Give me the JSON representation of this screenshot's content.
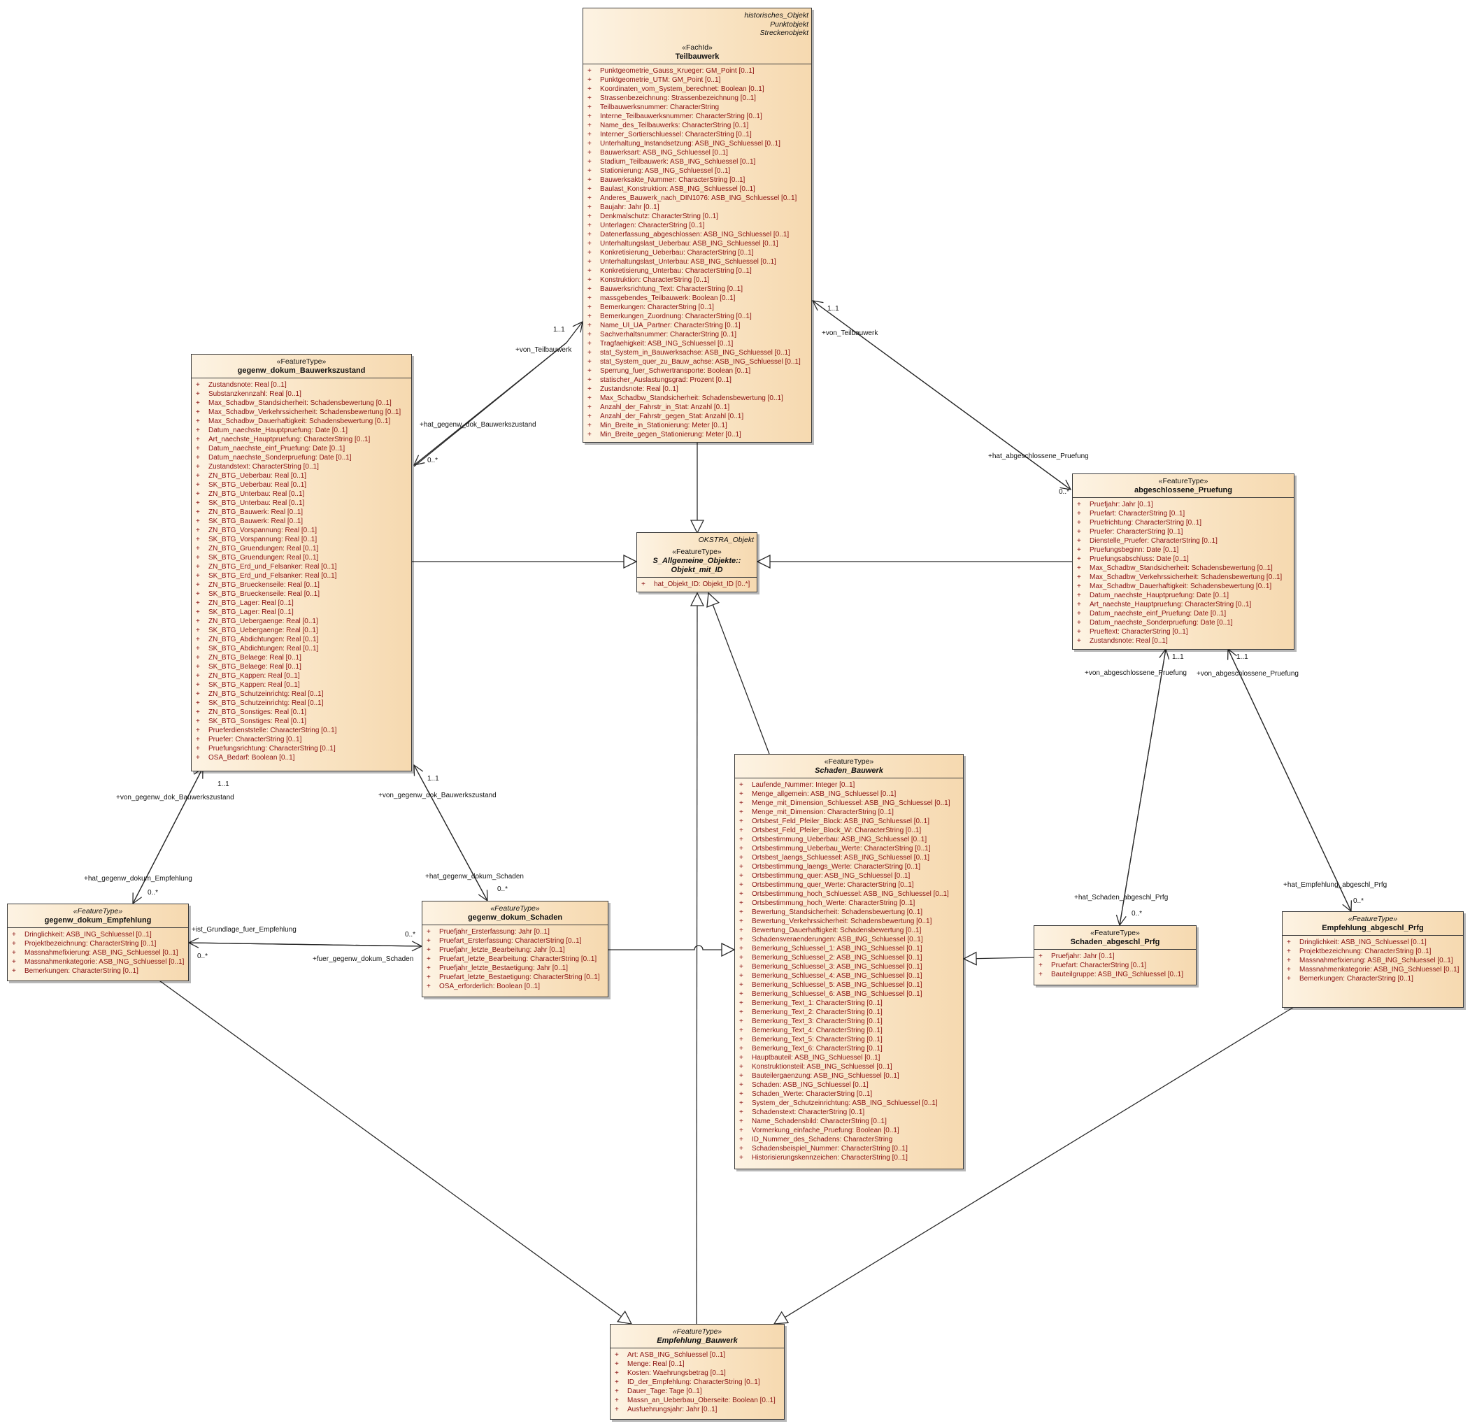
{
  "classes": [
    {
      "id": "teilbauwerk",
      "extra": [
        "historisches_Objekt",
        "Punktobjekt",
        "Streckenobjekt"
      ],
      "stereotype": "«FachId»",
      "name": "Teilbauwerk",
      "italic": false,
      "attributes": [
        "Punktgeometrie_Gauss_Krueger: GM_Point [0..1]",
        "Punktgeometrie_UTM: GM_Point [0..1]",
        "Koordinaten_vom_System_berechnet: Boolean [0..1]",
        "Strassenbezeichnung: Strassenbezeichnung [0..1]",
        "Teilbauwerksnummer: CharacterString",
        "Interne_Teilbauwerksnummer: CharacterString [0..1]",
        "Name_des_Teilbauwerks: CharacterString [0..1]",
        "Interner_Sortierschluessel: CharacterString [0..1]",
        "Unterhaltung_Instandsetzung: ASB_ING_Schluessel [0..1]",
        "Bauwerksart: ASB_ING_Schluessel [0..1]",
        "Stadium_Teilbauwerk: ASB_ING_Schluessel [0..1]",
        "Stationierung: ASB_ING_Schluessel [0..1]",
        "Bauwerksakte_Nummer: CharacterString [0..1]",
        "Baulast_Konstruktion: ASB_ING_Schluessel [0..1]",
        "Anderes_Bauwerk_nach_DIN1076: ASB_ING_Schluessel [0..1]",
        "Baujahr: Jahr [0..1]",
        "Denkmalschutz: CharacterString [0..1]",
        "Unterlagen: CharacterString [0..1]",
        "Datenerfassung_abgeschlossen: ASB_ING_Schluessel [0..1]",
        "Unterhaltungslast_Ueberbau: ASB_ING_Schluessel [0..1]",
        "Konkretisierung_Ueberbau: CharacterString [0..1]",
        "Unterhaltungslast_Unterbau: ASB_ING_Schluessel [0..1]",
        "Konkretisierung_Unterbau: CharacterString [0..1]",
        "Konstruktion: CharacterString [0..1]",
        "Bauwerksrichtung_Text: CharacterString [0..1]",
        "massgebendes_Teilbauwerk: Boolean [0..1]",
        "Bemerkungen: CharacterString [0..1]",
        "Bemerkungen_Zuordnung: CharacterString [0..1]",
        "Name_UI_UA_Partner: CharacterString [0..1]",
        "Sachverhaltsnummer: CharacterString [0..1]",
        "Tragfaehigkeit: ASB_ING_Schluessel [0..1]",
        "stat_System_in_Bauwerksachse: ASB_ING_Schluessel [0..1]",
        "stat_System_quer_zu_Bauw_achse: ASB_ING_Schluessel [0..1]",
        "Sperrung_fuer_Schwertransporte: Boolean [0..1]",
        "statischer_Auslastungsgrad: Prozent [0..1]",
        "Zustandsnote: Real [0..1]",
        "Max_Schadbw_Standsicherheit: Schadensbewertung [0..1]",
        "Anzahl_der_Fahrstr_in_Stat: Anzahl [0..1]",
        "Anzahl_der_Fahrstr_gegen_Stat: Anzahl [0..1]",
        "Min_Breite_in_Stationierung: Meter [0..1]",
        "Min_Breite_gegen_Stationierung: Meter [0..1]"
      ]
    },
    {
      "id": "bauwerkszustand",
      "extra": [],
      "stereotype": "«FeatureType»",
      "name": "gegenw_dokum_Bauwerkszustand",
      "italic": false,
      "attributes": [
        "Zustandsnote: Real [0..1]",
        "Substanzkennzahl: Real [0..1]",
        "Max_Schadbw_Standsicherheit: Schadensbewertung [0..1]",
        "Max_Schadbw_Verkehrssicherheit: Schadensbewertung [0..1]",
        "Max_Schadbw_Dauerhaftigkeit: Schadensbewertung [0..1]",
        "Datum_naechste_Hauptpruefung: Date [0..1]",
        "Art_naechste_Hauptpruefung: CharacterString [0..1]",
        "Datum_naechste_einf_Pruefung: Date [0..1]",
        "Datum_naechste_Sonderpruefung: Date [0..1]",
        "Zustandstext: CharacterString [0..1]",
        "ZN_BTG_Ueberbau: Real [0..1]",
        "SK_BTG_Ueberbau: Real [0..1]",
        "ZN_BTG_Unterbau: Real [0..1]",
        "SK_BTG_Unterbau: Real [0..1]",
        "ZN_BTG_Bauwerk: Real [0..1]",
        "SK_BTG_Bauwerk: Real [0..1]",
        "ZN_BTG_Vorspannung: Real [0..1]",
        "SK_BTG_Vorspannung: Real [0..1]",
        "ZN_BTG_Gruendungen: Real [0..1]",
        "SK_BTG_Gruendungen: Real [0..1]",
        "ZN_BTG_Erd_und_Felsanker: Real [0..1]",
        "SK_BTG_Erd_und_Felsanker: Real [0..1]",
        "ZN_BTG_Brueckenseile: Real [0..1]",
        "SK_BTG_Brueckenseile: Real [0..1]",
        "ZN_BTG_Lager: Real [0..1]",
        "SK_BTG_Lager: Real [0..1]",
        "ZN_BTG_Uebergaenge: Real [0..1]",
        "SK_BTG_Uebergaenge: Real [0..1]",
        "ZN_BTG_Abdichtungen: Real [0..1]",
        "SK_BTG_Abdichtungen: Real [0..1]",
        "ZN_BTG_Belaege: Real [0..1]",
        "SK_BTG_Belaege: Real [0..1]",
        "ZN_BTG_Kappen: Real [0..1]",
        "SK_BTG_Kappen: Real [0..1]",
        "ZN_BTG_Schutzeinrichtg: Real [0..1]",
        "SK_BTG_Schutzeinrichtg: Real [0..1]",
        "ZN_BTG_Sonstiges: Real [0..1]",
        "SK_BTG_Sonstiges: Real [0..1]",
        "Prueferdienststelle: CharacterString [0..1]",
        "Pruefer: CharacterString [0..1]",
        "Pruefungsrichtung: CharacterString [0..1]",
        "OSA_Bedarf: Boolean [0..1]"
      ]
    },
    {
      "id": "objekt_mit_id",
      "extra": [
        "OKSTRA_Objekt"
      ],
      "stereotype": "«FeatureType»",
      "name": "S_Allgemeine_Objekte::\nObjekt_mit_ID",
      "italic": true,
      "attributes": [
        "hat_Objekt_ID: Objekt_ID [0..*]"
      ]
    },
    {
      "id": "abgeschlossene_pruefung",
      "extra": [],
      "stereotype": "«FeatureType»",
      "name": "abgeschlossene_Pruefung",
      "italic": false,
      "attributes": [
        "Pruefjahr: Jahr [0..1]",
        "Pruefart: CharacterString [0..1]",
        "Pruefrichtung: CharacterString [0..1]",
        "Pruefer: CharacterString [0..1]",
        "Dienstelle_Pruefer: CharacterString [0..1]",
        "Pruefungsbeginn: Date [0..1]",
        "Pruefungsabschluss: Date [0..1]",
        "Max_Schadbw_Standsicherheit: Schadensbewertung [0..1]",
        "Max_Schadbw_Verkehrssicherheit: Schadensbewertung [0..1]",
        "Max_Schadbw_Dauerhaftigkeit: Schadensbewertung [0..1]",
        "Datum_naechste_Hauptpruefung: Date [0..1]",
        "Art_naechste_Hauptpruefung: CharacterString [0..1]",
        "Datum_naechste_einf_Pruefung: Date [0..1]",
        "Datum_naechste_Sonderpruefung: Date [0..1]",
        "Prueftext: CharacterString [0..1]",
        "Zustandsnote: Real [0..1]"
      ]
    },
    {
      "id": "schaden_bauwerk",
      "extra": [],
      "stereotype": "«FeatureType»",
      "name": "Schaden_Bauwerk",
      "italic": true,
      "attributes": [
        "Laufende_Nummer: Integer [0..1]",
        "Menge_allgemein: ASB_ING_Schluessel [0..1]",
        "Menge_mit_Dimension_Schluessel: ASB_ING_Schluessel [0..1]",
        "Menge_mit_Dimension: CharacterString [0..1]",
        "Ortsbest_Feld_Pfeiler_Block: ASB_ING_Schluessel [0..1]",
        "Ortsbest_Feld_Pfeiler_Block_W: CharacterString [0..1]",
        "Ortsbestimmung_Ueberbau: ASB_ING_Schluessel [0..1]",
        "Ortsbestimmung_Ueberbau_Werte: CharacterString [0..1]",
        "Ortsbest_laengs_Schluessel: ASB_ING_Schluessel [0..1]",
        "Ortsbestimmung_laengs_Werte: CharacterString [0..1]",
        "Ortsbestimmung_quer: ASB_ING_Schluessel [0..1]",
        "Ortsbestimmung_quer_Werte: CharacterString [0..1]",
        "Ortsbestimmung_hoch_Schluessel: ASB_ING_Schluessel [0..1]",
        "Ortsbestimmung_hoch_Werte: CharacterString [0..1]",
        "Bewertung_Standsicherheit: Schadensbewertung [0..1]",
        "Bewertung_Verkehrssicherheit: Schadensbewertung [0..1]",
        "Bewertung_Dauerhaftigkeit: Schadensbewertung [0..1]",
        "Schadensveraenderungen: ASB_ING_Schluessel [0..1]",
        "Bemerkung_Schluessel_1: ASB_ING_Schluessel [0..1]",
        "Bemerkung_Schluessel_2: ASB_ING_Schluessel [0..1]",
        "Bemerkung_Schluessel_3: ASB_ING_Schluessel [0..1]",
        "Bemerkung_Schluessel_4: ASB_ING_Schluessel [0..1]",
        "Bemerkung_Schluessel_5: ASB_ING_Schluessel [0..1]",
        "Bemerkung_Schluessel_6: ASB_ING_Schluessel [0..1]",
        "Bemerkung_Text_1: CharacterString [0..1]",
        "Bemerkung_Text_2: CharacterString [0..1]",
        "Bemerkung_Text_3: CharacterString [0..1]",
        "Bemerkung_Text_4: CharacterString [0..1]",
        "Bemerkung_Text_5: CharacterString [0..1]",
        "Bemerkung_Text_6: CharacterString [0..1]",
        "Hauptbauteil: ASB_ING_Schluessel [0..1]",
        "Konstruktionsteil: ASB_ING_Schluessel [0..1]",
        "Bauteilergaenzung: ASB_ING_Schluessel [0..1]",
        "Schaden: ASB_ING_Schluessel [0..1]",
        "Schaden_Werte: CharacterString [0..1]",
        "System_der_Schutzeinrichtung: ASB_ING_Schluessel [0..1]",
        "Schadenstext: CharacterString [0..1]",
        "Name_Schadensbild: CharacterString [0..1]",
        "Vormerkung_einfache_Pruefung: Boolean [0..1]",
        "ID_Nummer_des_Schadens: CharacterString",
        "Schadensbeispiel_Nummer: CharacterString [0..1]",
        "Historisierungskennzeichen: CharacterString [0..1]"
      ]
    },
    {
      "id": "dokum_empfehlung",
      "extra": [],
      "stereotype": "«FeatureType»",
      "name": "gegenw_dokum_Empfehlung",
      "italic": false,
      "attributes": [
        "Dringlichkeit: ASB_ING_Schluessel [0..1]",
        "Projektbezeichnung: CharacterString [0..1]",
        "Massnahmefixierung: ASB_ING_Schluessel [0..1]",
        "Massnahmenkategorie: ASB_ING_Schluessel [0..1]",
        "Bemerkungen: CharacterString [0..1]"
      ]
    },
    {
      "id": "dokum_schaden",
      "extra": [],
      "stereotype": "«FeatureType»",
      "name": "gegenw_dokum_Schaden",
      "italic": false,
      "attributes": [
        "Pruefjahr_Ersterfassung: Jahr [0..1]",
        "Pruefart_Ersterfassung: CharacterString [0..1]",
        "Pruefjahr_letzte_Bearbeitung: Jahr [0..1]",
        "Pruefart_letzte_Bearbeitung: CharacterString [0..1]",
        "Pruefjahr_letzte_Bestaetigung: Jahr [0..1]",
        "Pruefart_letzte_Bestaetigung: CharacterString [0..1]",
        "OSA_erforderlich: Boolean [0..1]"
      ]
    },
    {
      "id": "schaden_abgeschl",
      "extra": [],
      "stereotype": "«FeatureType»",
      "name": "Schaden_abgeschl_Prfg",
      "italic": false,
      "attributes": [
        "Pruefjahr: Jahr [0..1]",
        "Pruefart: CharacterString [0..1]",
        "Bauteilgruppe: ASB_ING_Schluessel [0..1]"
      ]
    },
    {
      "id": "empfehlung_abgeschl",
      "extra": [],
      "stereotype": "«FeatureType»",
      "name": "Empfehlung_abgeschl_Prfg",
      "italic": false,
      "attributes": [
        "Dringlichkeit: ASB_ING_Schluessel [0..1]",
        "Projektbezeichnung: CharacterString [0..1]",
        "Massnahmefixierung: ASB_ING_Schluessel [0..1]",
        "Massnahmenkategorie: ASB_ING_Schluessel [0..1]",
        "Bemerkungen: CharacterString [0..1]"
      ]
    },
    {
      "id": "empfehlung_bauwerk",
      "extra": [],
      "stereotype": "«FeatureType»",
      "name": "Empfehlung_Bauwerk",
      "italic": true,
      "attributes": [
        "Art: ASB_ING_Schluessel [0..1]",
        "Menge: Real [0..1]",
        "Kosten: Waehrungsbetrag [0..1]",
        "ID_der_Empfehlung: CharacterString [0..1]",
        "Dauer_Tage: Tage [0..1]",
        "Massn_an_Ueberbau_Oberseite: Boolean [0..1]",
        "Ausfuehrungsjahr: Jahr [0..1]"
      ]
    }
  ],
  "labels": {
    "mult_1_1_a": "1..1",
    "role_von_teilbauwerk_a": "+von_Teilbauwerk",
    "role_hat_bauwerkszustand": "+hat_gegenw_dok_Bauwerkszustand",
    "mult_0_n_a": "0..*",
    "mult_1_1_b": "1..1",
    "role_von_teilbauwerk_b": "+von_Teilbauwerk",
    "role_hat_abgeschlossene": "+hat_abgeschlossene_Pruefung",
    "mult_0_n_b": "0..*",
    "mult_1_1_c": "1..1",
    "role_von_bwz_a": "+von_gegenw_dok_Bauwerkszustand",
    "role_hat_empfehlung": "+hat_gegenw_dokum_Empfehlung",
    "mult_0_n_c": "0..*",
    "mult_1_1_d": "1..1",
    "role_von_bwz_b": "+von_gegenw_dok_Bauwerkszustand",
    "role_hat_schaden": "+hat_gegenw_dokum_Schaden",
    "mult_0_n_d": "0..*",
    "role_ist_grundlage": "+ist_Grundlage_fuer_Empfehlung",
    "mult_0_n_e": "0..*",
    "mult_0_n_f": "0..*",
    "role_fuer_schaden": "+fuer_gegenw_dokum_Schaden",
    "mult_1_1_e": "1..1",
    "role_von_abg_a": "+von_abgeschlossene_Pruefung",
    "role_hat_schaden_abg": "+hat_Schaden_abgeschl_Prfg",
    "mult_0_n_g": "0..*",
    "mult_1_1_f": "1..1",
    "role_von_abg_b": "+von_abgeschlossene_Pruefung",
    "role_hat_empf_abg": "+hat_Empfehlung_abgeschl_Prfg",
    "mult_0_n_h": "0..*"
  },
  "colors": {
    "attribute": "#8a1010",
    "line": "#2a2a2a",
    "fill_light": "#fdf3e3",
    "fill_dark": "#f6d9b0"
  }
}
